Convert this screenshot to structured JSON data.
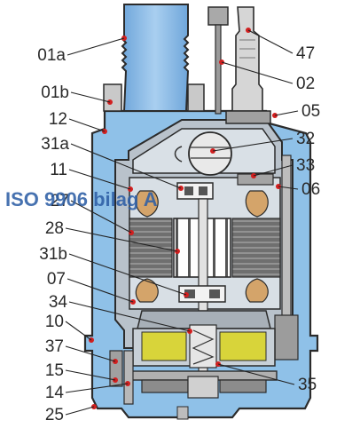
{
  "watermark": "ISO 9906 bilag A",
  "labels": {
    "l01a": "01a",
    "l01b": "01b",
    "l12": "12",
    "l31a": "31a",
    "l11": "11",
    "l27": "27",
    "l28": "28",
    "l31b": "31b",
    "l07": "07",
    "l34": "34",
    "l10": "10",
    "l37": "37",
    "l15": "15",
    "l14": "14",
    "l25": "25",
    "l47": "47",
    "l02": "02",
    "l05": "05",
    "l32": "32",
    "l33": "33",
    "l06": "06",
    "l35": "35"
  },
  "colors": {
    "water": "#8fc1e8",
    "casing": "#c9d3dc",
    "outline": "#333333",
    "stator": "#7c7c7c",
    "coil": "#d4a46a",
    "oil": "#d8d43a",
    "marker": "#d21f1f"
  }
}
